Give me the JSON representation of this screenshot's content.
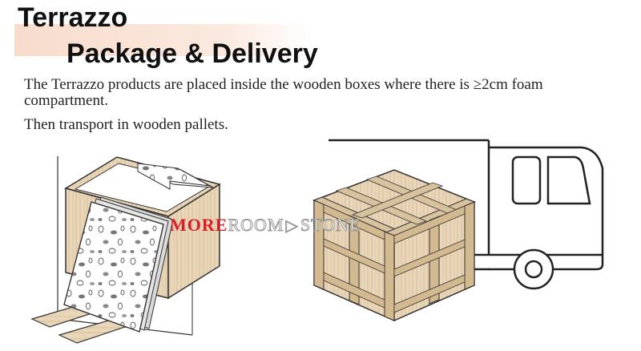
{
  "heading": {
    "line1": "Terrazzo",
    "line2": "Package & Delivery"
  },
  "body": {
    "paragraph1": "The Terrazzo products are placed inside the wooden boxes where there is ≥2cm foam compartment.",
    "paragraph2": "Then transport in wooden pallets."
  },
  "watermark": {
    "part1": "MORE",
    "part2": "ROOM",
    "part3": "STONE"
  },
  "illustration": {
    "icons": [
      "wooden-box-with-terrazzo-slabs-icon",
      "forklift-forks-icon",
      "wooden-crate-icon",
      "delivery-truck-icon"
    ],
    "colors": {
      "wood": "#e6d2b5",
      "wood_dark": "#c9b08a",
      "outline": "#3a3a3a",
      "header_band": "#f7dccc"
    }
  }
}
